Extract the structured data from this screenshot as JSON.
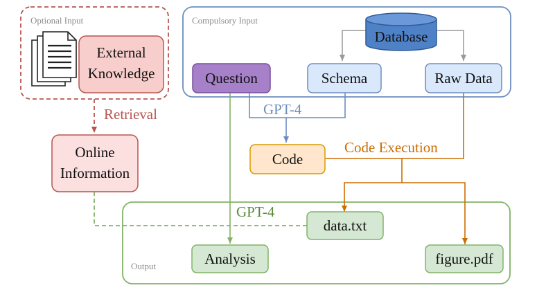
{
  "groups": {
    "optional": "Optional Input",
    "compulsory": "Compulsory Input",
    "output": "Output"
  },
  "nodes": {
    "external_knowledge": [
      "External",
      "Knowledge"
    ],
    "online_information": [
      "Online",
      "Information"
    ],
    "question": "Question",
    "schema": "Schema",
    "raw_data": "Raw Data",
    "database": "Database",
    "code": "Code",
    "data_txt": "data.txt",
    "analysis": "Analysis",
    "figure_pdf": "figure.pdf"
  },
  "edges": {
    "retrieval": "Retrieval",
    "gpt4_code": "GPT-4",
    "code_execution": "Code Execution",
    "gpt4_analysis": "GPT-4"
  },
  "colors": {
    "optional_border": "#b85450",
    "compulsory_border": "#6c8ebf",
    "output_border": "#82b366",
    "external_fill": "#f8cecc",
    "online_fill": "#fce0e0",
    "question_fill": "#a680c8",
    "schema_fill": "#dae8fc",
    "database_fill": "#4f81c7",
    "code_fill": "#ffe6cc",
    "code_border": "#d79b00",
    "output_fill": "#d5e8d4",
    "retrieval_text": "#b85450",
    "gpt4_blue_text": "#6c8ebf",
    "execution_text": "#cc6d00",
    "gpt4_green_text": "#5a8a3c",
    "gray_arrow": "#999999"
  }
}
